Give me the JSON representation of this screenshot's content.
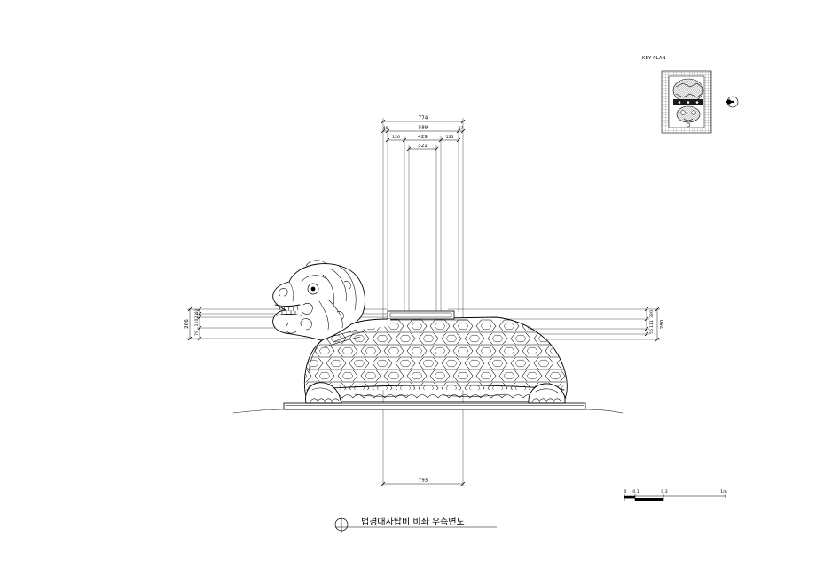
{
  "drawing": {
    "title": "법경대사탑비 비좌 우측면도",
    "key_plan_label": "KEY PLAN",
    "top_dimensions": {
      "overall": "774",
      "second": "589",
      "second_left": "46",
      "second_right": "27",
      "third_left": "126",
      "third_mid": "429",
      "third_right": "135",
      "fourth": "321"
    },
    "bottom_dimension": "793",
    "left_dimensions": {
      "overall": "266",
      "top": "40",
      "second": "24",
      "third": "110",
      "bottom": "79"
    },
    "right_dimensions": {
      "overall": "280",
      "top": "320",
      "middle": "111",
      "bottom": "56"
    },
    "scale_bar": {
      "labels": [
        "0",
        "0.1",
        "0.3",
        "1m"
      ]
    }
  },
  "colors": {
    "line": "#000000",
    "background": "#ffffff"
  },
  "icons": {
    "north_arrow": "north-arrow-icon",
    "title_marker": "section-marker-icon"
  }
}
